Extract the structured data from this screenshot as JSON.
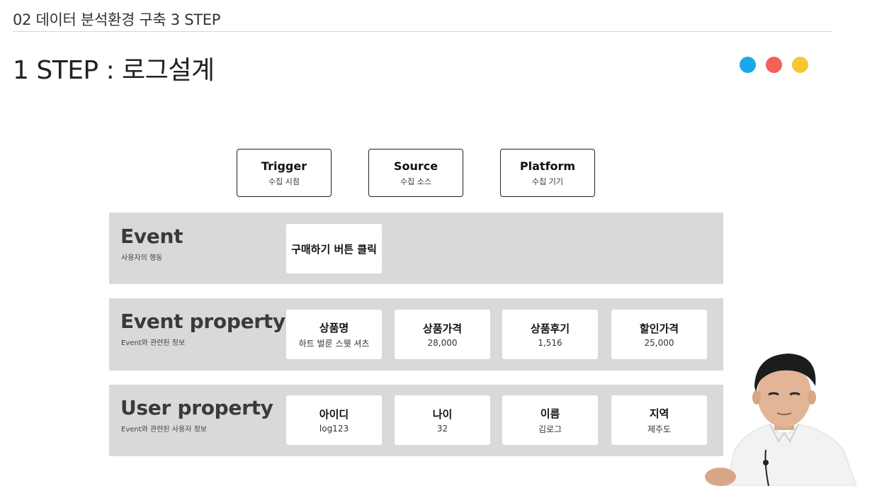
{
  "header": {
    "section": "02 데이터 분석환경 구축 3 STEP"
  },
  "slide": {
    "title": "1 STEP : 로그설계"
  },
  "dots": {
    "colors": [
      "#1aa9e8",
      "#f4605a",
      "#f7c634"
    ]
  },
  "top_boxes": [
    {
      "title": "Trigger",
      "sub": "수집 시점"
    },
    {
      "title": "Source",
      "sub": "수집 소스"
    },
    {
      "title": "Platform",
      "sub": "수집 기기"
    }
  ],
  "bands": {
    "event": {
      "title": "Event",
      "sub": "사용자의 행동",
      "cards": [
        {
          "label": "구매하기 버튼 클릭"
        }
      ]
    },
    "event_property": {
      "title": "Event property",
      "sub": "Event와 관련된 정보",
      "cards": [
        {
          "label": "상품명",
          "value": "하트 벌룬 스웻 셔츠"
        },
        {
          "label": "상품가격",
          "value": "28,000"
        },
        {
          "label": "상품후기",
          "value": "1,516"
        },
        {
          "label": "할인가격",
          "value": "25,000"
        }
      ]
    },
    "user_property": {
      "title": "User property",
      "sub": "Event와 관련된 사용자 정보",
      "cards": [
        {
          "label": "아이디",
          "value": "log123"
        },
        {
          "label": "나이",
          "value": "32"
        },
        {
          "label": "이름",
          "value": "김로그"
        },
        {
          "label": "지역",
          "value": "제주도"
        }
      ]
    }
  },
  "colors": {
    "band_bg": "#d9d9d9",
    "card_bg": "#ffffff"
  }
}
